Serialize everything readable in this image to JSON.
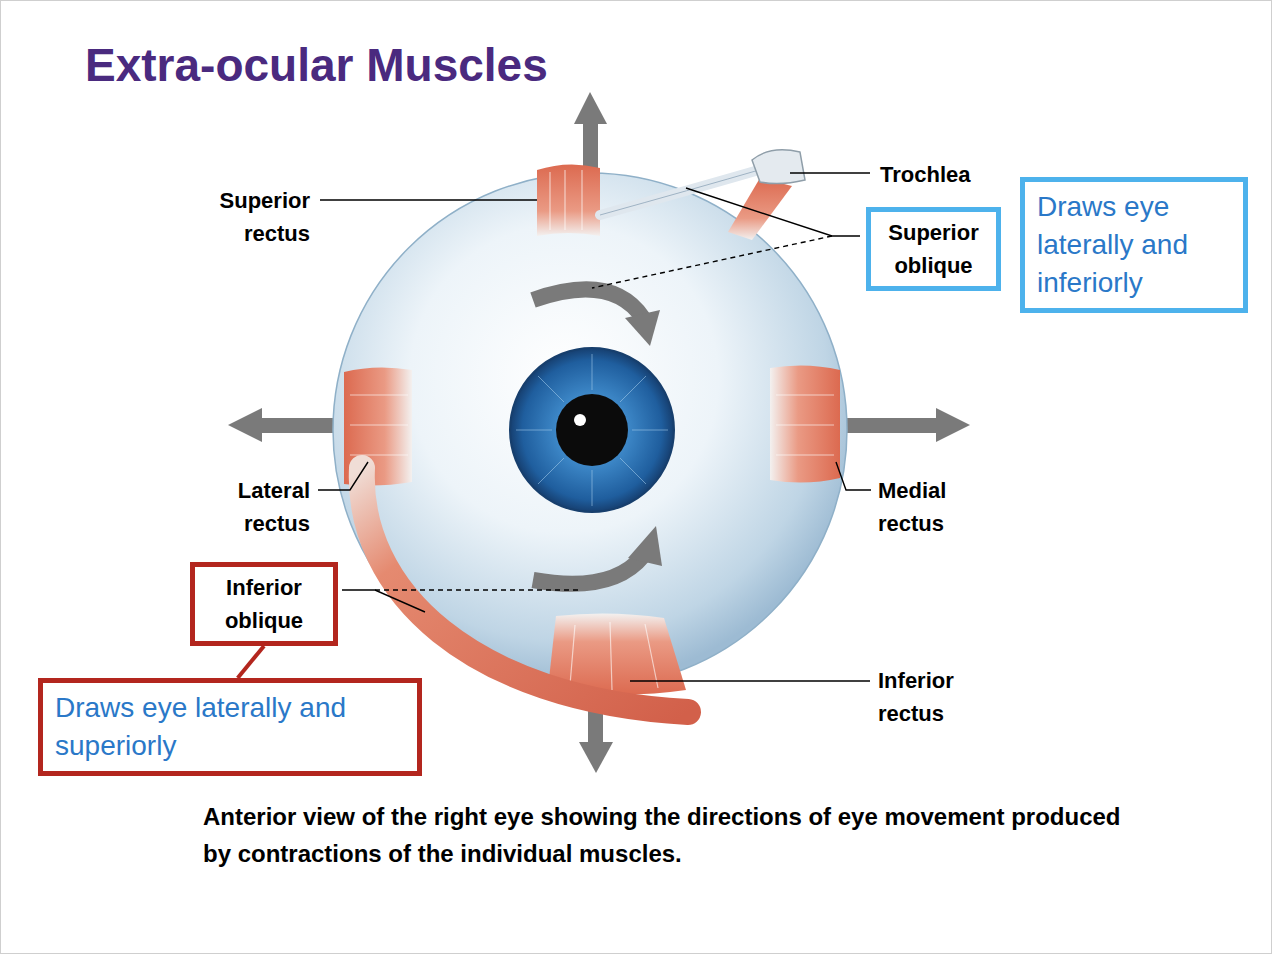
{
  "diagram": {
    "title": "Extra-ocular Muscles",
    "caption": "Anterior view of the right eye showing the directions of eye movement produced by contractions of the individual muscles.",
    "nodes": [
      {
        "text": [
          "Superior oblique"
        ]
      },
      {
        "text": [
          "Draws eye laterally and inferiorly"
        ]
      },
      {
        "text": [
          "Inferior oblique"
        ]
      },
      {
        "text": [
          "Draws eye laterally and superiorly"
        ]
      }
    ],
    "edges": [
      {
        "from": 2,
        "to": 3,
        "arrow": "none"
      }
    ],
    "labels": [
      "Superior rectus",
      "Trochlea",
      "Lateral rectus",
      "Medial rectus",
      "Inferior rectus"
    ]
  }
}
